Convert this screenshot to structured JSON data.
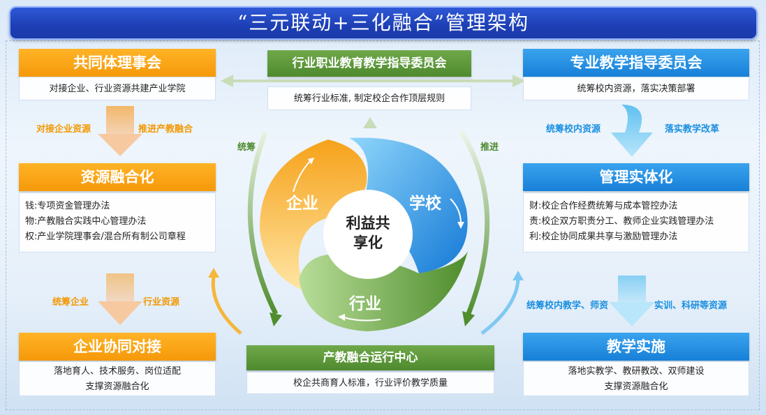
{
  "title": "“三元联动+三化融合”管理架构",
  "left": {
    "council": {
      "title": "共同体理事会",
      "desc": "对接企业、行业资源共建产业学院"
    },
    "arrow1": {
      "left": "对接企业资源",
      "right": "推进产教融合"
    },
    "resource": {
      "title": "资源融合化",
      "lines": [
        "钱:专项资金管理办法",
        "物:产教融合实践中心管理办法",
        "权:产业学院理事会/混合所有制公司章程"
      ]
    },
    "arrow2": {
      "left": "统筹企业",
      "right": "行业资源"
    },
    "enterprise": {
      "title": "企业协同对接",
      "lines": [
        "落地育人、技术服务、岗位适配",
        "支撑资源融合化"
      ]
    }
  },
  "center": {
    "top": {
      "title": "行业职业教育教学指导委员会",
      "desc": "统筹行业标准, 制定校企合作顶层规则"
    },
    "bottom": {
      "title": "产教融合运行中心",
      "desc": "校企共商育人标准，行业评价教学质量"
    },
    "left_label": "统筹",
    "right_label": "推进",
    "segments": {
      "enterprise": "企业",
      "school": "学校",
      "industry": "行业"
    },
    "core": [
      "利益共",
      "享化"
    ]
  },
  "right": {
    "committee": {
      "title": "专业教学指导委员会",
      "desc": "统筹校内资源，落实决策部署"
    },
    "arrow1": {
      "left": "统筹校内资源",
      "right": "落实教学改革"
    },
    "management": {
      "title": "管理实体化",
      "lines": [
        "财:校企合作经费统筹与成本管控办法",
        "责:校企双方职责分工、教师企业实践管理办法",
        "利:校企协同成果共享与激励管理办法"
      ]
    },
    "arrow2": {
      "left": "统筹校内教学、师资",
      "right": "实训、科研等资源"
    },
    "teaching": {
      "title": "教学实施",
      "lines": [
        "落地实教学、教研教改、双师建设",
        "支撑资源融合化"
      ]
    }
  },
  "colors": {
    "orange": "#f5990a",
    "blue": "#1780d8",
    "green": "#4e8a2e",
    "title_bg": "#1d3fb5"
  }
}
